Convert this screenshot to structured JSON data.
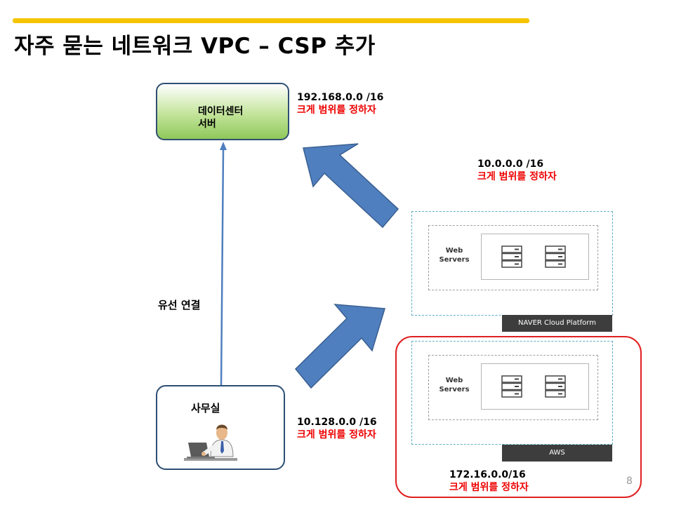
{
  "title": "자주 묻는 네트워크 VPC – CSP 추가",
  "datacenter": {
    "label_line1": "데이터센터",
    "label_line2": "서버"
  },
  "office": {
    "label": "사무실"
  },
  "wired_link": "유선 연결",
  "cidr_datacenter": {
    "range": "192.168.0.0  /16",
    "note": "크게 범위를 정하자"
  },
  "cidr_naver": {
    "range": "10.0.0.0  /16",
    "note": "크게 범위를 정하자"
  },
  "cidr_office": {
    "range": "10.128.0.0  /16",
    "note": "크게 범위를 정하자"
  },
  "cidr_aws": {
    "range": "172.16.0.0/16",
    "note": "크게 범위를 정하자"
  },
  "naver_cloud": {
    "web_label": "Web\nServers",
    "platform": "NAVER  Cloud Platform"
  },
  "aws_cloud": {
    "web_label": "Web\nServers",
    "platform": "AWS"
  },
  "page_number": "8",
  "colors": {
    "arrow_fill": "#4f7fbf",
    "arrow_stroke": "#3a5f8f",
    "accent_red": "#ee0000",
    "bar_yellow": "#f5c400"
  }
}
